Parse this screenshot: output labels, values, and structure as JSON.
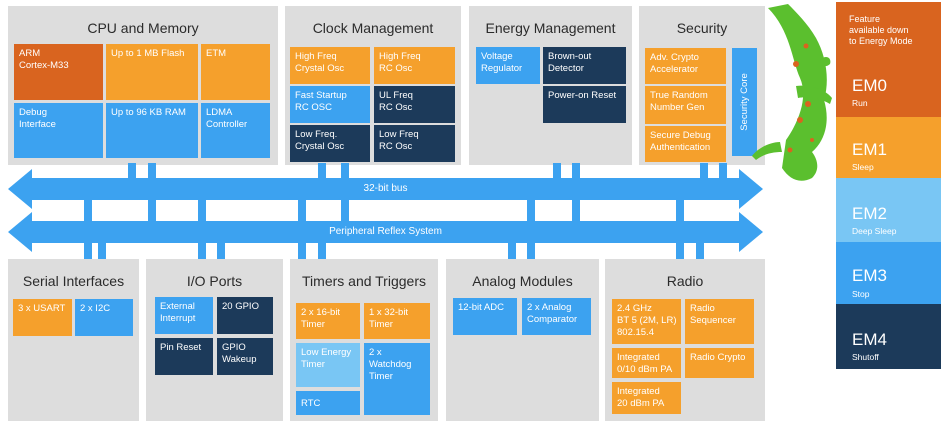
{
  "panels": {
    "cpu": {
      "title": "CPU and Memory",
      "blocks": [
        "ARM\nCortex-M33",
        "Up to 1 MB Flash",
        "ETM",
        "Debug\nInterface",
        "Up to 96 KB RAM",
        "LDMA\nController"
      ]
    },
    "clock": {
      "title": "Clock Management",
      "blocks": [
        "High Freq\nCrystal Osc",
        "High Freq\nRC Osc",
        "Fast Startup\nRC OSC",
        "UL Freq\nRC Osc",
        "Low Freq.\nCrystal Osc",
        "Low Freq\nRC Osc"
      ]
    },
    "energy": {
      "title": "Energy Management",
      "blocks": [
        "Voltage\nRegulator",
        "Brown-out\nDetector",
        "Power-on Reset"
      ]
    },
    "security": {
      "title": "Security",
      "blocks": [
        "Adv. Crypto\nAccelerator",
        "True Random\nNumber Gen",
        "Secure Debug\nAuthentication"
      ],
      "core": "Security Core"
    },
    "serial": {
      "title": "Serial Interfaces",
      "blocks": [
        "3 x USART",
        "2 x I2C"
      ]
    },
    "io": {
      "title": "I/O Ports",
      "blocks": [
        "External\nInterrupt",
        "20 GPIO",
        "Pin Reset",
        "GPIO\nWakeup"
      ]
    },
    "timers": {
      "title": "Timers and Triggers",
      "blocks": [
        "2 x 16-bit\nTimer",
        "1 x 32-bit\nTimer",
        "Low Energy\nTimer",
        "2 x\nWatchdog\nTimer",
        "RTC"
      ]
    },
    "analog": {
      "title": "Analog Modules",
      "blocks": [
        "12-bit ADC",
        "2 x Analog\nComparator"
      ]
    },
    "radio": {
      "title": "Radio",
      "blocks": [
        "2.4 GHz\nBT 5 (2M, LR)\n802.15.4",
        "Radio\nSequencer",
        "Integrated\n0/10 dBm PA",
        "Radio Crypto",
        "Integrated\n20 dBm PA"
      ]
    }
  },
  "buses": {
    "top": "32-bit bus",
    "bottom": "Peripheral Reflex System"
  },
  "energy_modes": {
    "header": "Feature\navailable down\nto Energy Mode",
    "modes": [
      {
        "name": "EM0",
        "desc": "Run",
        "color": "#d9641f"
      },
      {
        "name": "EM1",
        "desc": "Sleep",
        "color": "#f5a02c"
      },
      {
        "name": "EM2",
        "desc": "Deep Sleep",
        "color": "#79c6f4"
      },
      {
        "name": "EM3",
        "desc": "Stop",
        "color": "#3ca2f0"
      },
      {
        "name": "EM4",
        "desc": "Shutoff",
        "color": "#1c3a5a"
      }
    ]
  },
  "colors": {
    "orange": "#f5a02c",
    "blue": "#3ca2f0",
    "light_blue": "#79c6f4",
    "dark_navy": "#1c3a5a",
    "red_orange": "#d9641f",
    "panel_gray": "#dddddd",
    "gecko_green": "#5bbf2e"
  }
}
